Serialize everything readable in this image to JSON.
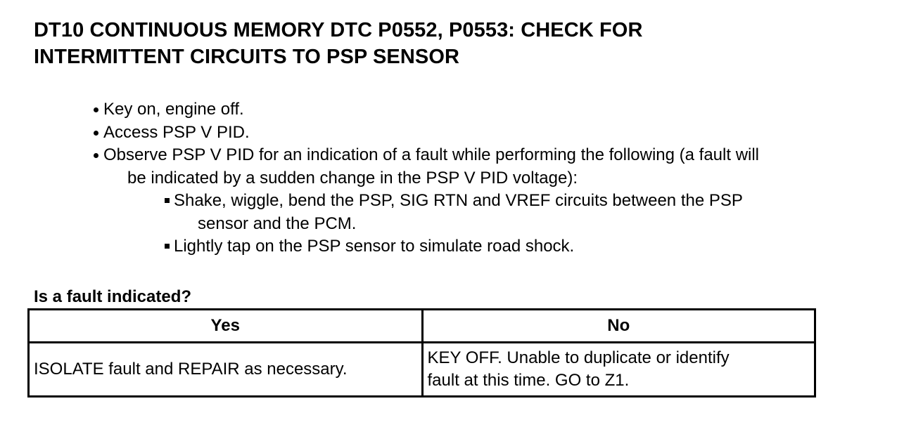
{
  "title": {
    "line1": "DT10 CONTINUOUS MEMORY DTC P0552, P0553: CHECK FOR",
    "line2": "INTERMITTENT CIRCUITS TO PSP SENSOR"
  },
  "steps": [
    "Key on, engine off.",
    "Access PSP V PID.",
    "Observe PSP V PID for an indication of a fault while performing the following (a fault will",
    "be indicated by a sudden change in the PSP V PID voltage):"
  ],
  "substeps": [
    "Shake, wiggle, bend the PSP, SIG RTN and VREF circuits between the PSP",
    "sensor and the PCM.",
    "Lightly tap on the PSP sensor to simulate road shock."
  ],
  "question": "Is a fault indicated?",
  "table": {
    "headers": [
      "Yes",
      "No"
    ],
    "yes_text": "ISOLATE fault and REPAIR as necessary.",
    "no_text_line1": "KEY OFF. Unable to duplicate or identify",
    "no_text_line2": "fault at this time. GO to Z1."
  }
}
